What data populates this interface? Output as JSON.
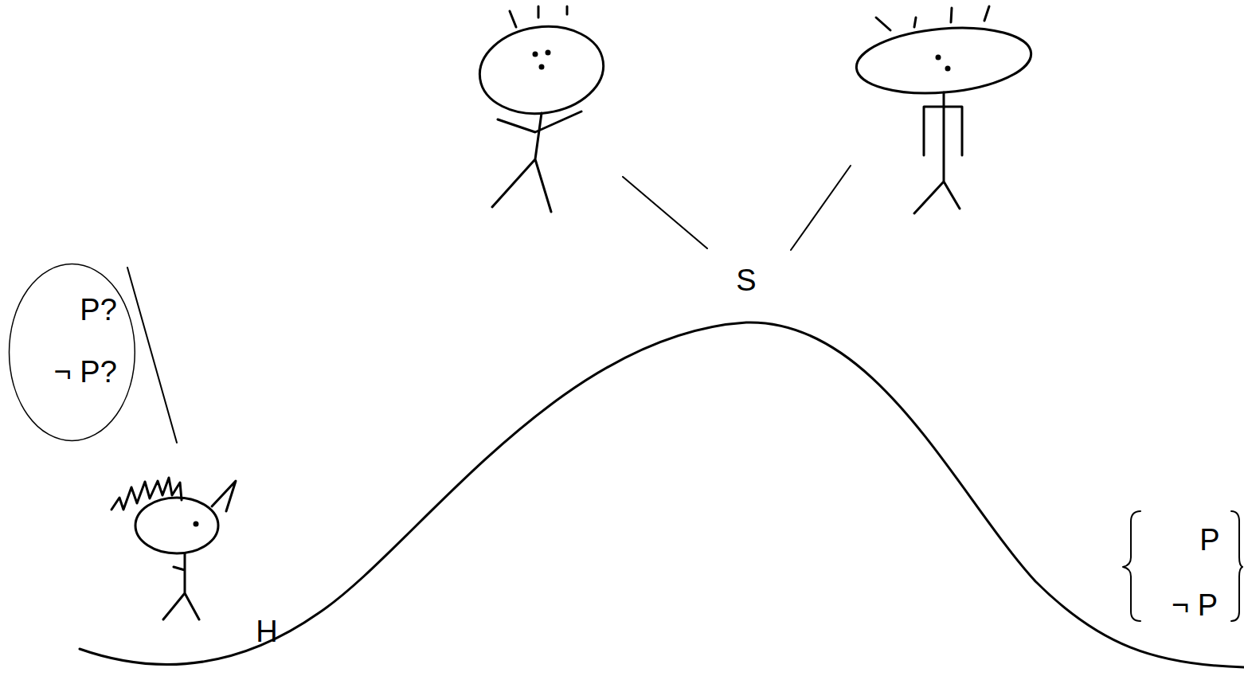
{
  "diagram": {
    "nodes": [
      {
        "text": [
          "P?",
          "¬ P?"
        ]
      }
    ],
    "labels": [
      "S",
      "H",
      "P",
      "¬ P"
    ]
  }
}
